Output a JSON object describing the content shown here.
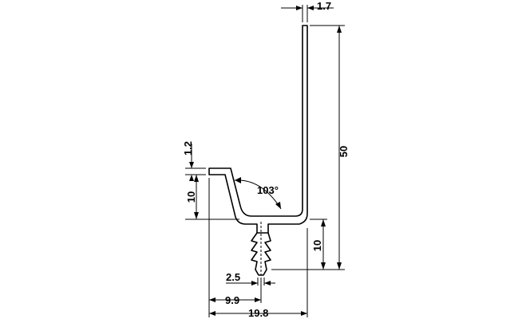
{
  "drawing": {
    "dimensions": {
      "top_thickness": "1.7",
      "height_total": "50",
      "lip_thickness": "1.2",
      "lip_height": "10",
      "angle": "103°",
      "stem_height": "10",
      "stem_width": "2.5",
      "half_width": "9.9",
      "total_width": "19.8"
    }
  }
}
